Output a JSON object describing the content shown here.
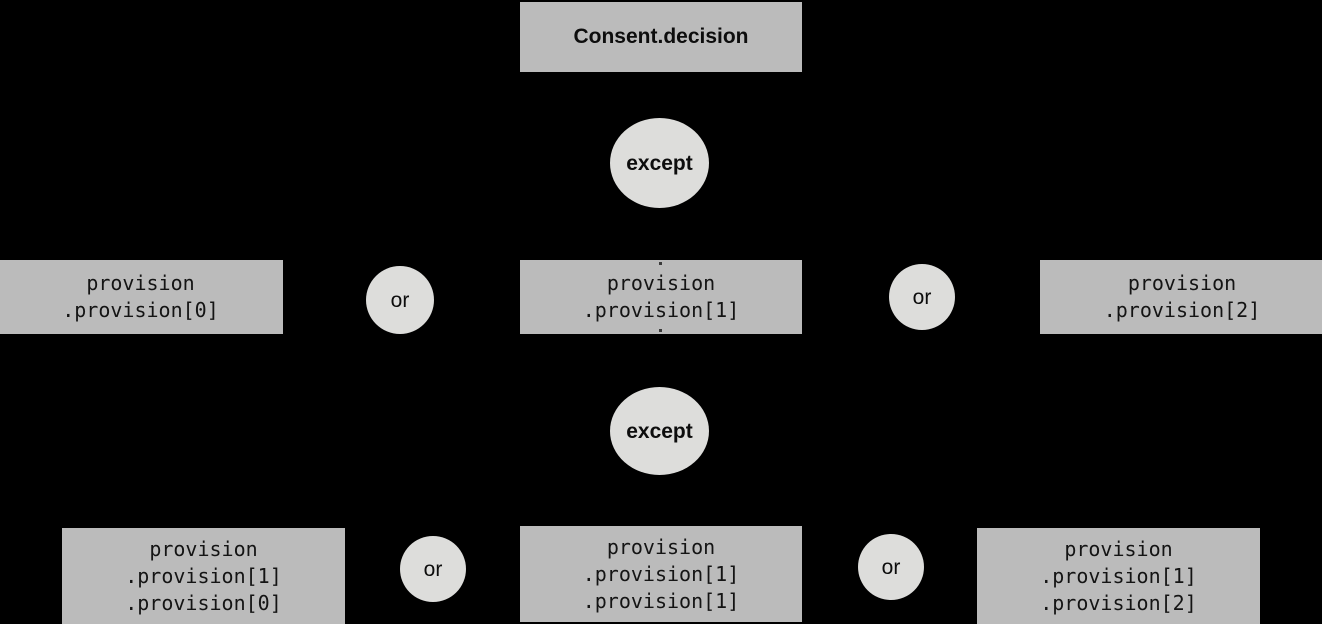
{
  "diagram": {
    "type": "tree",
    "background_color": "#000000",
    "box_fill": "#bbbbbb",
    "ellipse_fill": "#dddddb",
    "text_color": "#111111",
    "root": {
      "label": "Consent.decision",
      "lines": [
        "Consent.decision"
      ]
    },
    "operators": {
      "except_label": "except",
      "or_label": "or"
    },
    "levels": [
      {
        "name": "level-0-root",
        "nodes": [
          {
            "kind": "box",
            "lines": [
              "Consent.decision"
            ]
          }
        ]
      },
      {
        "name": "level-0-operator",
        "nodes": [
          {
            "kind": "ellipse",
            "label": "except"
          }
        ]
      },
      {
        "name": "level-1-provisions",
        "nodes": [
          {
            "kind": "box",
            "lines": [
              "provision",
              ".provision[0]"
            ]
          },
          {
            "kind": "ellipse",
            "label": "or"
          },
          {
            "kind": "box",
            "lines": [
              "provision",
              ".provision[1]"
            ]
          },
          {
            "kind": "ellipse",
            "label": "or"
          },
          {
            "kind": "box",
            "lines": [
              "provision",
              ".provision[2]"
            ]
          }
        ]
      },
      {
        "name": "level-1-operator",
        "nodes": [
          {
            "kind": "ellipse",
            "label": "except"
          }
        ]
      },
      {
        "name": "level-2-provisions",
        "nodes": [
          {
            "kind": "box",
            "lines": [
              "provision",
              ".provision[1]",
              ".provision[0]"
            ]
          },
          {
            "kind": "ellipse",
            "label": "or"
          },
          {
            "kind": "box",
            "lines": [
              "provision",
              ".provision[1]",
              ".provision[1]"
            ]
          },
          {
            "kind": "ellipse",
            "label": "or"
          },
          {
            "kind": "box",
            "lines": [
              "provision",
              ".provision[1]",
              ".provision[2]"
            ]
          }
        ]
      }
    ],
    "nodes": {
      "root": {
        "line1": "Consent.decision"
      },
      "except_top": {
        "label": "except"
      },
      "except_mid": {
        "label": "except"
      },
      "or_r2_left": {
        "label": "or"
      },
      "or_r2_right": {
        "label": "or"
      },
      "or_r3_left": {
        "label": "or"
      },
      "or_r3_right": {
        "label": "or"
      },
      "p0": {
        "line1": "provision",
        "line2": ".provision[0]"
      },
      "p1": {
        "line1": "provision",
        "line2": ".provision[1]"
      },
      "p2": {
        "line1": "provision",
        "line2": ".provision[2]"
      },
      "p10": {
        "line1": "provision",
        "line2": ".provision[1]",
        "line3": ".provision[0]"
      },
      "p11": {
        "line1": "provision",
        "line2": ".provision[1]",
        "line3": ".provision[1]"
      },
      "p12": {
        "line1": "provision",
        "line2": ".provision[1]",
        "line3": ".provision[2]"
      }
    }
  }
}
